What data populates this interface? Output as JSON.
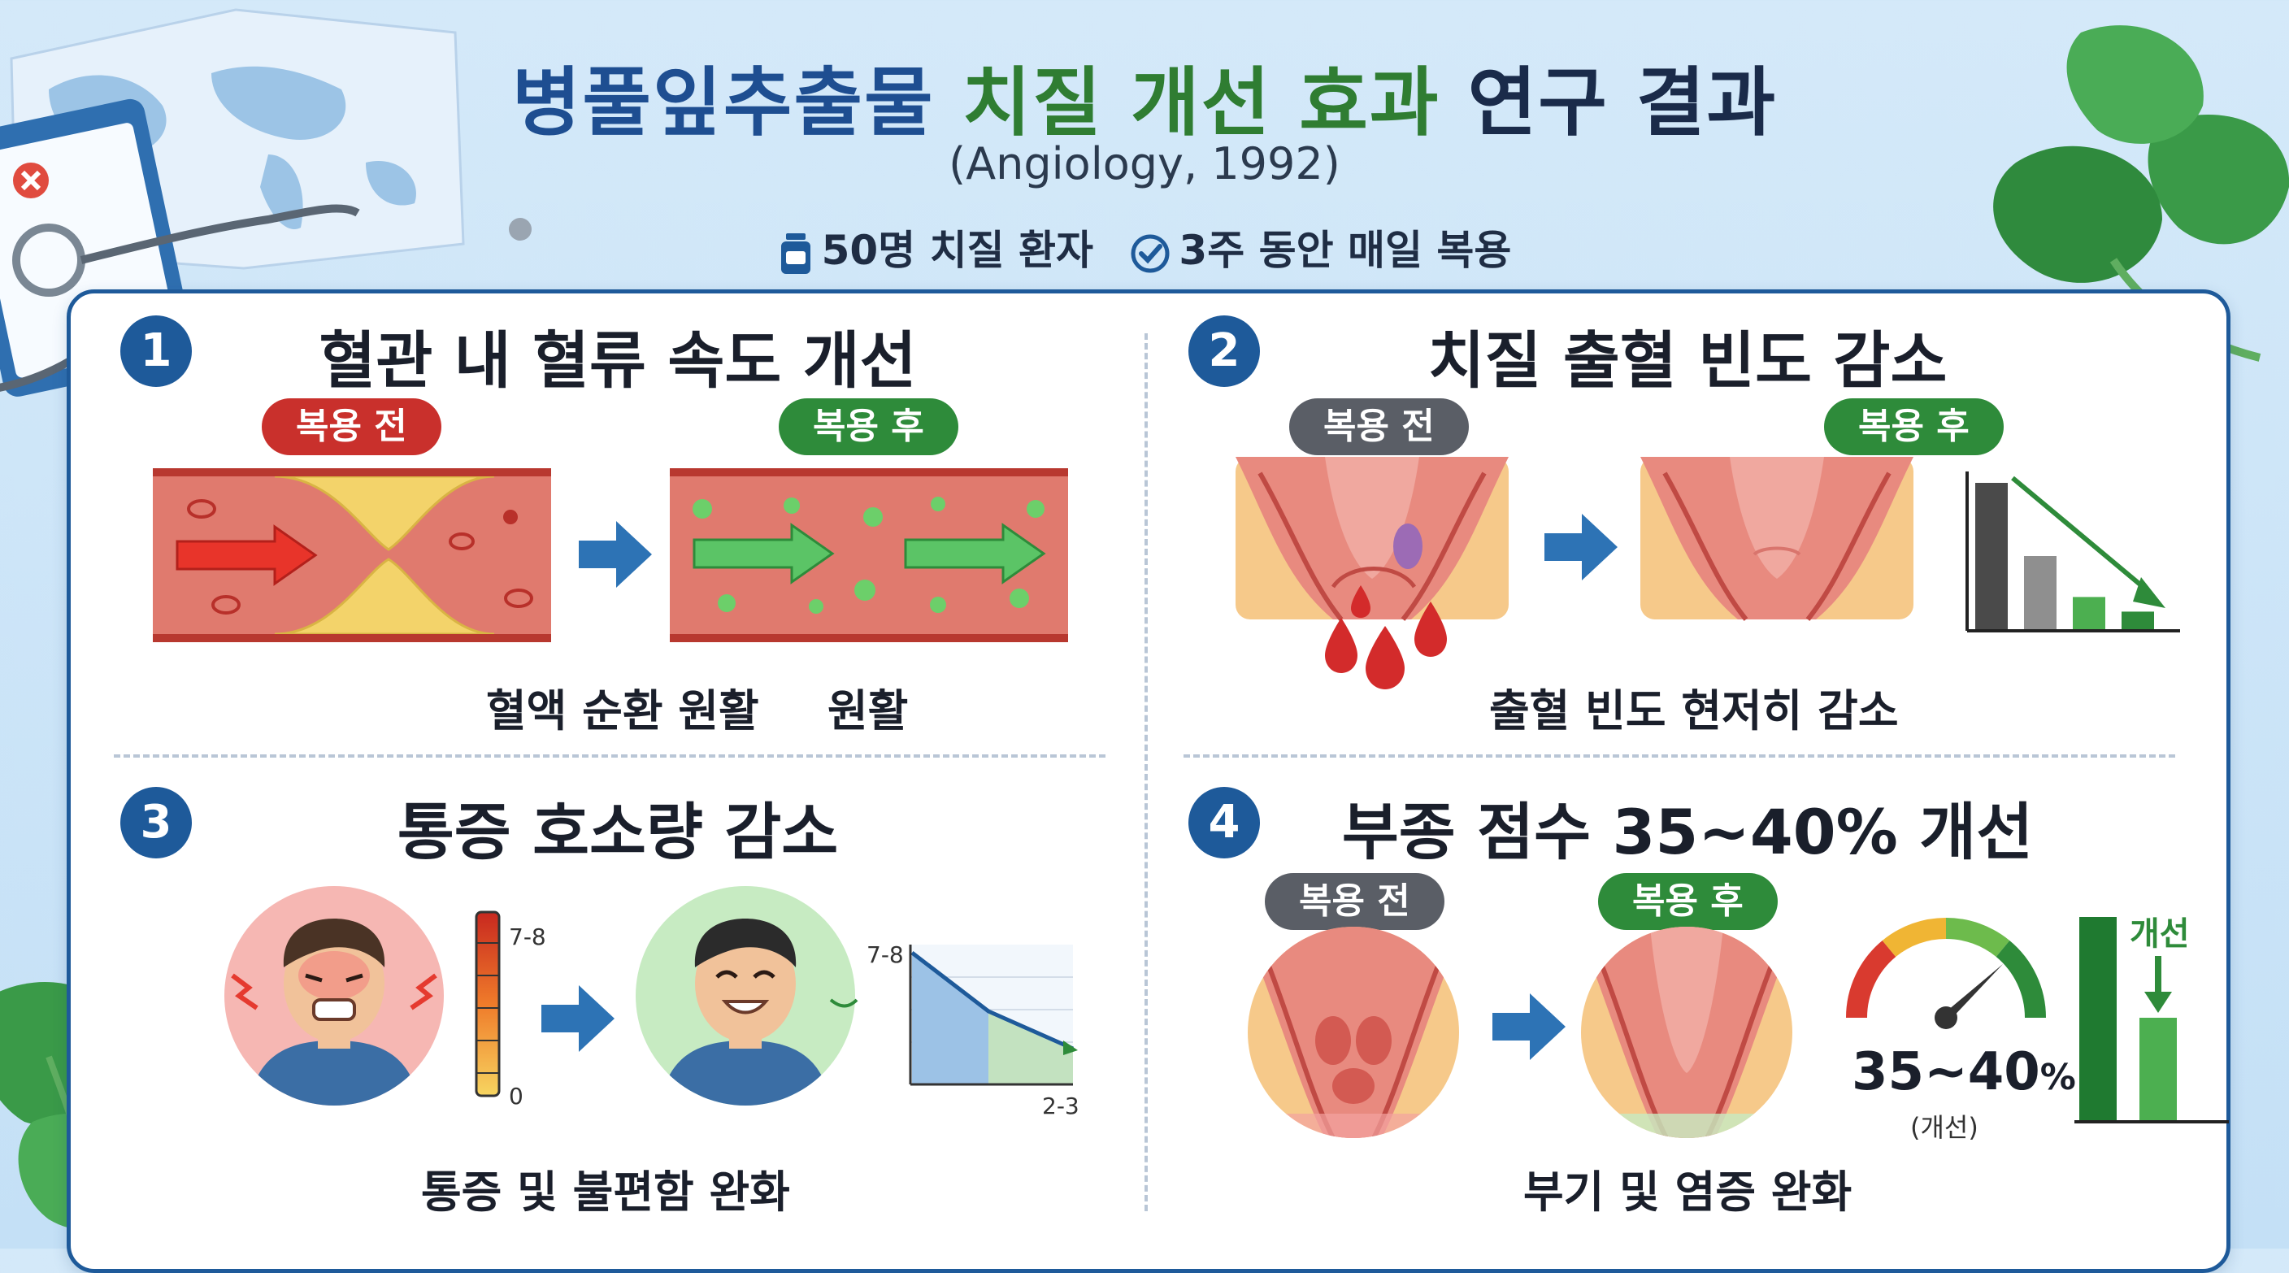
{
  "title": {
    "part1": "병풀잎추출물",
    "part2": "치질 개선 효과",
    "part3": "연구 결과"
  },
  "subtitle": "(Angiology, 1992)",
  "info": {
    "patients": "50명 치질 환자",
    "duration": "3주 동안 매일 복용"
  },
  "panels": [
    {
      "number": "1",
      "title": "혈관 내 혈류 속도 개선",
      "before": "복용 전",
      "after": "복용 후",
      "caption_left": "혈액 순환 원활",
      "caption_right": "원활"
    },
    {
      "number": "2",
      "title": "치질 출혈 빈도 감소",
      "before": "복용 전",
      "after": "복용 후",
      "caption": "출혈 빈도 현저히 감소",
      "bar_values": [
        1.0,
        0.5,
        0.22,
        0.12
      ]
    },
    {
      "number": "3",
      "title": "통증 호소량 감소",
      "caption": "통증 및 불편함 완화",
      "scale_top": "7-8",
      "scale_bottom": "0",
      "chart_top": "7-8",
      "chart_bottom": "2-3"
    },
    {
      "number": "4",
      "title": "부종 점수 35~40% 개선",
      "before": "복용 전",
      "after": "복용 후",
      "caption": "부기 및 염증 완화",
      "gauge_value": "35~40",
      "gauge_unit": "%",
      "gauge_sub": "(개선)",
      "improve_label": "개선"
    }
  ],
  "colors": {
    "navy": "#1e5a9a",
    "green": "#2e8b3a",
    "red": "#c9302c",
    "gray": "#5a5e66"
  }
}
